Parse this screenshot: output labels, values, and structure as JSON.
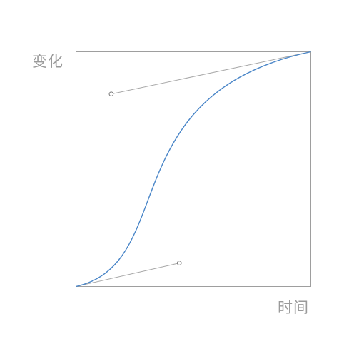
{
  "labels": {
    "y_axis": "变化",
    "x_axis": "时间"
  },
  "colors": {
    "curve": "#4a86c8",
    "frame": "#9e9e9e",
    "handle_line": "#a8a8a8",
    "handle_point_stroke": "#777777",
    "label_text": "#9a9a9a"
  },
  "bezier": {
    "start": [
      0,
      0
    ],
    "control_1": [
      0.44,
      0.1
    ],
    "control_2": [
      0.15,
      0.82
    ],
    "end": [
      1,
      1
    ]
  }
}
